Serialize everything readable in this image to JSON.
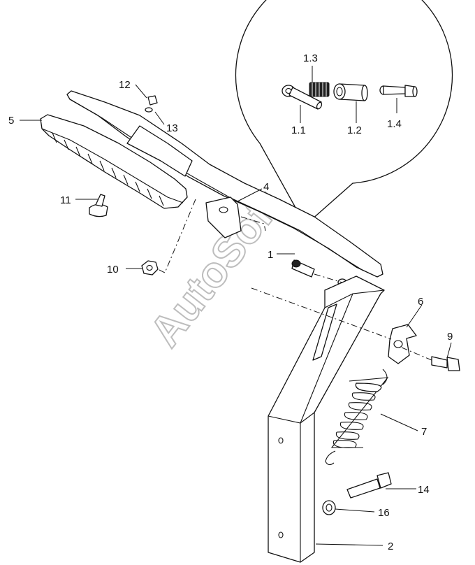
{
  "watermark": "AutoSoft",
  "callouts": {
    "c1_3": "1.3",
    "c1_1": "1.1",
    "c1_2": "1.2",
    "c1_4": "1.4",
    "c12": "12",
    "c13": "13",
    "c5": "5",
    "c4": "4",
    "c11": "11",
    "c1": "1",
    "c10": "10",
    "c6": "6",
    "c9": "9",
    "c7": "7",
    "c14": "14",
    "c16": "16",
    "c2": "2"
  }
}
